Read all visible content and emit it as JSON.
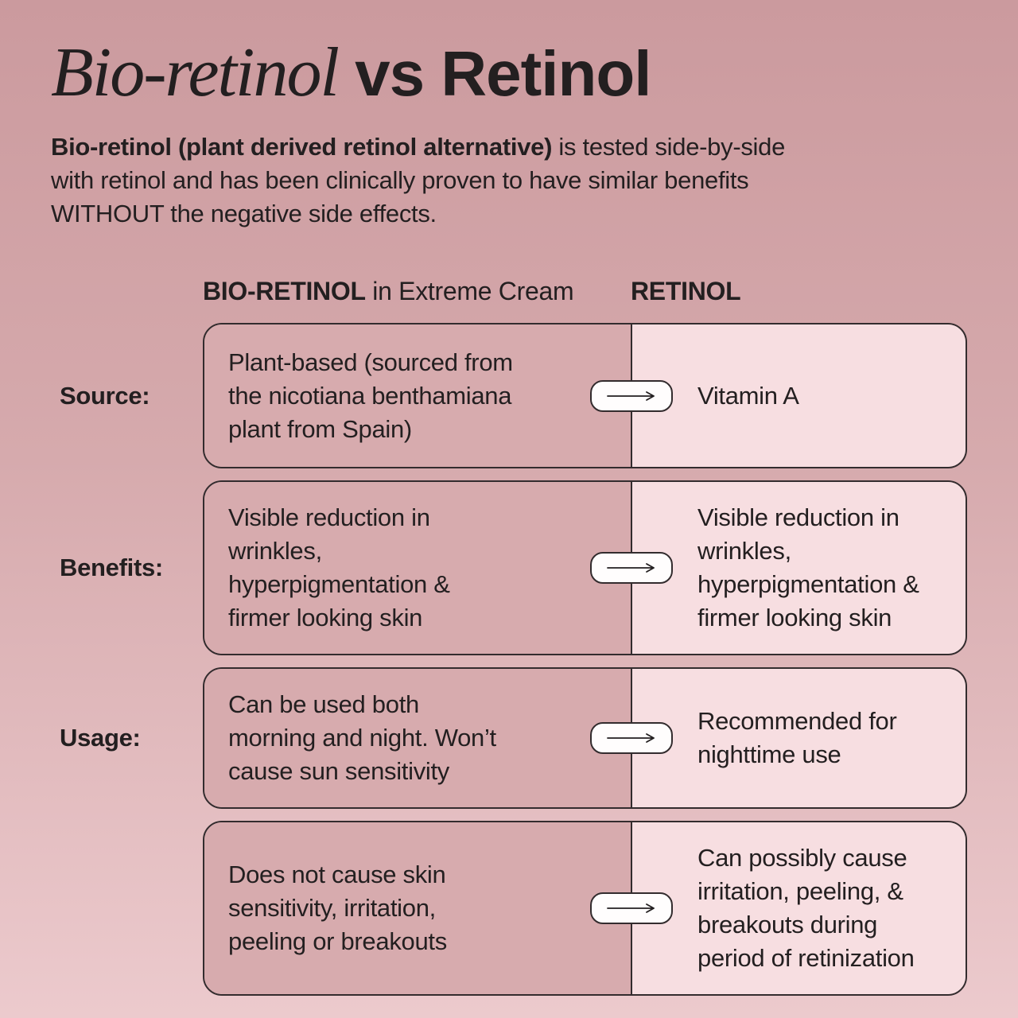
{
  "page": {
    "title": {
      "brand_italic": "Bio-retinol",
      "versus": " vs Retinol"
    },
    "intro": {
      "lead_bold": "Bio-retinol (plant derived retinol alternative)",
      "body": " is tested side-by-side\nwith retinol and has been clinically proven to have similar benefits\nWITHOUT the negative side effects."
    }
  },
  "table": {
    "columns": {
      "left_header_bold": "BIO-RETINOL",
      "left_header_suffix": " in Extreme Cream",
      "right_header": "RETINOL"
    },
    "rows": [
      {
        "label": "Source:",
        "left": "Plant-based (sourced from\nthe nicotiana benthamiana\nplant from Spain)",
        "right": "Vitamin A"
      },
      {
        "label": "Benefits:",
        "left": "Visible reduction in\nwrinkles,\nhyperpigmentation &\nfirmer looking skin",
        "right": "Visible reduction in\nwrinkles,\nhyperpigmentation &\nfirmer looking skin"
      },
      {
        "label": "Usage:",
        "left": "Can be used both\nmorning and night. Won’t\ncause sun sensitivity",
        "right": "Recommended for\nnighttime use"
      },
      {
        "label": "",
        "left": "Does not cause skin\nsensitivity, irritation,\npeeling or breakouts",
        "right": "Can possibly cause\nirritation, peeling, &\nbreakouts during\nperiod of retinization"
      }
    ]
  },
  "icons": {
    "arrow_right": "⟶"
  },
  "colors": {
    "bg_top": "#cb9a9e",
    "bg_mid": "#d6aaad",
    "bg_bottom": "#eccacd",
    "cell_left_bg": "#d7abae",
    "cell_right_bg": "#f7dee1",
    "border": "#332c2e",
    "text": "#231f20",
    "pill_bg": "#fffdfd"
  }
}
